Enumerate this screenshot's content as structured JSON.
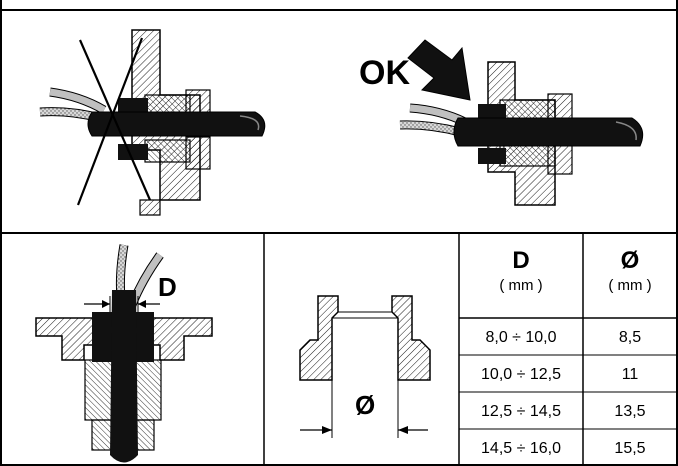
{
  "figure": {
    "ok_label": "OK",
    "d_label": "D",
    "diameter_label": "Ø"
  },
  "table": {
    "headers": [
      {
        "symbol": "D",
        "unit": "( mm )"
      },
      {
        "symbol": "Ø",
        "unit": "( mm )"
      }
    ],
    "rows": [
      {
        "range": "8,0 ÷ 10,0",
        "diameter": "8,5"
      },
      {
        "range": "10,0 ÷ 12,5",
        "diameter": "11"
      },
      {
        "range": "12,5 ÷ 14,5",
        "diameter": "13,5"
      },
      {
        "range": "14,5 ÷ 16,0",
        "diameter": "15,5"
      }
    ]
  },
  "colors": {
    "ink": "#000000",
    "cable_outer": "#b0b0b0",
    "background": "#ffffff"
  }
}
